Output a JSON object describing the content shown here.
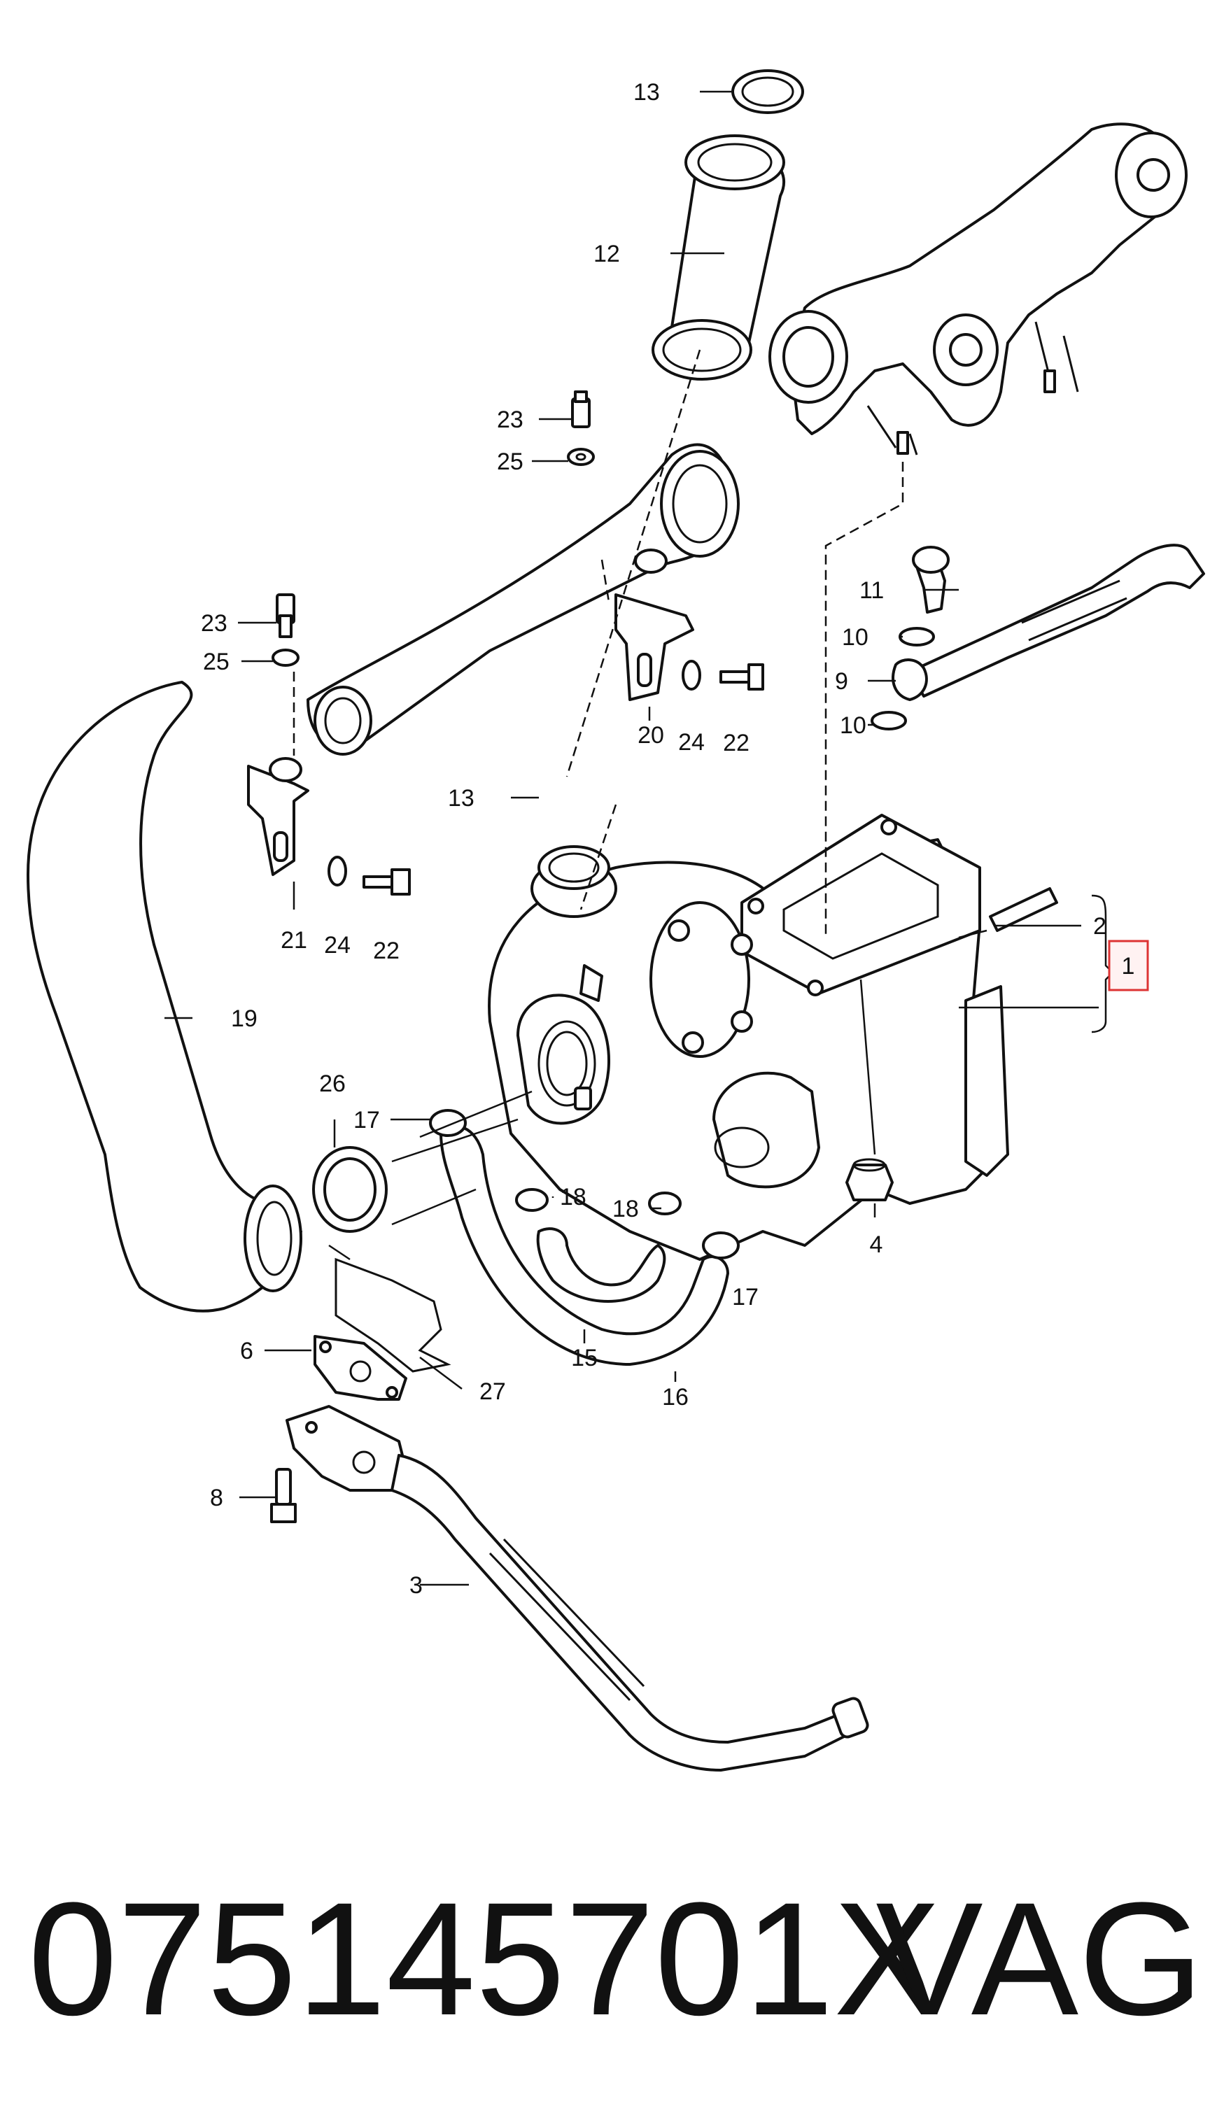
{
  "diagram": {
    "callouts": [
      {
        "id": "c1",
        "label": "1"
      },
      {
        "id": "c2",
        "label": "2"
      },
      {
        "id": "c3",
        "label": "3"
      },
      {
        "id": "c4",
        "label": "4"
      },
      {
        "id": "c6",
        "label": "6"
      },
      {
        "id": "c8",
        "label": "8"
      },
      {
        "id": "c9",
        "label": "9"
      },
      {
        "id": "c10a",
        "label": "10"
      },
      {
        "id": "c10b",
        "label": "10"
      },
      {
        "id": "c11",
        "label": "11"
      },
      {
        "id": "c12",
        "label": "12"
      },
      {
        "id": "c13a",
        "label": "13"
      },
      {
        "id": "c13b",
        "label": "13"
      },
      {
        "id": "c15",
        "label": "15"
      },
      {
        "id": "c16",
        "label": "16"
      },
      {
        "id": "c17a",
        "label": "17"
      },
      {
        "id": "c17b",
        "label": "17"
      },
      {
        "id": "c18a",
        "label": "18"
      },
      {
        "id": "c18b",
        "label": "18"
      },
      {
        "id": "c19",
        "label": "19"
      },
      {
        "id": "c20",
        "label": "20"
      },
      {
        "id": "c21",
        "label": "21"
      },
      {
        "id": "c22a",
        "label": "22"
      },
      {
        "id": "c22b",
        "label": "22"
      },
      {
        "id": "c23a",
        "label": "23"
      },
      {
        "id": "c23b",
        "label": "23"
      },
      {
        "id": "c24a",
        "label": "24"
      },
      {
        "id": "c24b",
        "label": "24"
      },
      {
        "id": "c25a",
        "label": "25"
      },
      {
        "id": "c25b",
        "label": "25"
      },
      {
        "id": "c26",
        "label": "26"
      },
      {
        "id": "c27",
        "label": "27"
      }
    ]
  },
  "footer": {
    "part_number": "075145701X",
    "brand": "VAG"
  }
}
